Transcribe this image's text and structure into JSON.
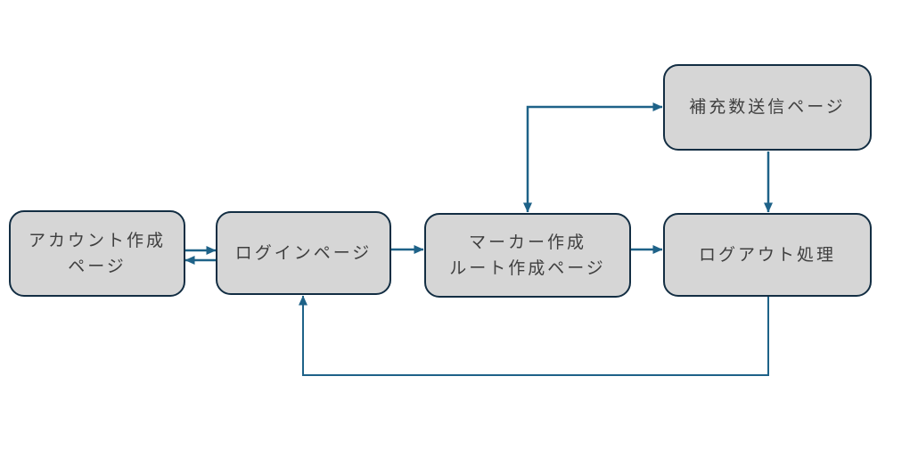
{
  "diagram": {
    "title": "page-flow-diagram",
    "colors": {
      "bg": "#ffffff",
      "node-fill": "#d6d6d6",
      "node-border": "#132e43",
      "arrow": "#1e6288",
      "text": "#3f3f3f"
    },
    "nodes": {
      "account": {
        "id": "account",
        "label": "アカウント作成ページ",
        "lines": [
          "アカウント作成",
          "ページ"
        ]
      },
      "login": {
        "id": "login",
        "label": "ログインページ",
        "lines": [
          "ログインページ"
        ]
      },
      "marker": {
        "id": "marker",
        "label": "マーカー作成 ルート作成ページ",
        "lines": [
          "マーカー作成",
          "ルート作成ページ"
        ]
      },
      "logout": {
        "id": "logout",
        "label": "ログアウト処理",
        "lines": [
          "ログアウト処理"
        ]
      },
      "replenish": {
        "id": "replenish",
        "label": "補充数送信ページ",
        "lines": [
          "補充数送信ページ"
        ]
      }
    },
    "edges": [
      {
        "from": "account",
        "to": "login",
        "style": "straight",
        "bidirectional": false
      },
      {
        "from": "login",
        "to": "account",
        "style": "straight",
        "bidirectional": false
      },
      {
        "from": "login",
        "to": "marker",
        "style": "straight",
        "bidirectional": false
      },
      {
        "from": "marker",
        "to": "logout",
        "style": "straight",
        "bidirectional": false
      },
      {
        "from": "marker",
        "to": "replenish",
        "style": "elbow",
        "bidirectional": true
      },
      {
        "from": "replenish",
        "to": "logout",
        "style": "straight",
        "bidirectional": false
      },
      {
        "from": "logout",
        "to": "login",
        "style": "elbow-loop",
        "bidirectional": false
      }
    ]
  }
}
